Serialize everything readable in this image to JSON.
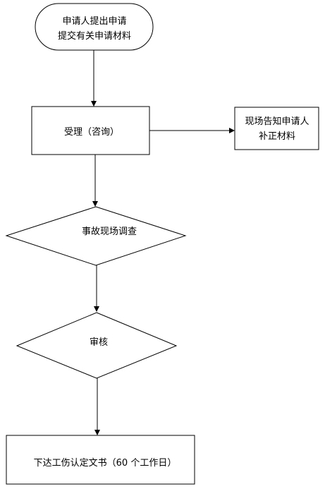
{
  "flowchart": {
    "start": {
      "line1": "申请人提出申请",
      "line2": "提交有关申请材料"
    },
    "accept": {
      "label": "受理（咨询）"
    },
    "notify": {
      "line1": "现场告知申请人",
      "line2": "补正材料"
    },
    "investigate": {
      "label": "事故现场调查"
    },
    "review": {
      "label": "审核"
    },
    "decision": {
      "label": "下达工伤认定文书（60 个工作日）"
    }
  }
}
